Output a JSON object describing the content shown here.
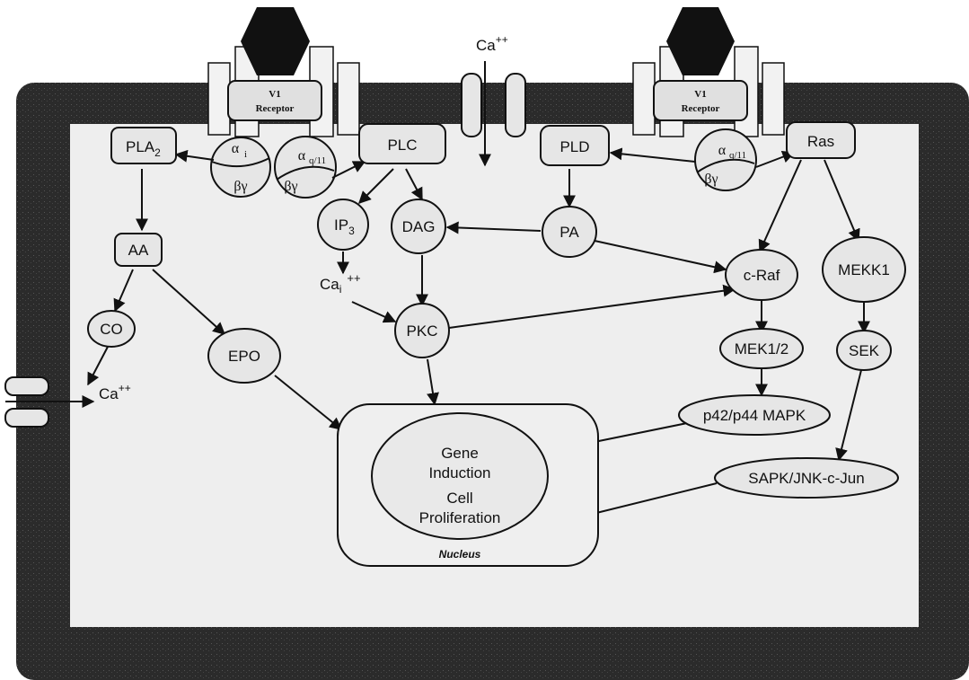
{
  "diagram": {
    "receptors": [
      {
        "id": "v1-left",
        "line1": "V1",
        "line2": "Receptor"
      },
      {
        "id": "v1-right",
        "line1": "V1",
        "line2": "Receptor"
      }
    ],
    "g_proteins": {
      "left_i_alpha": "α",
      "left_i_sub": "i",
      "beta_gamma": "βγ",
      "q11_alpha": "α",
      "q11_sub": "q/11"
    },
    "nodes": {
      "pla2": {
        "main": "PLA",
        "sub": "2"
      },
      "plc": "PLC",
      "pld": "PLD",
      "ras": "Ras",
      "aa": "AA",
      "ip3": {
        "main": "IP",
        "sub": "3"
      },
      "dag": "DAG",
      "pa": "PA",
      "cai": {
        "main": "Ca",
        "sub": "i",
        "sup": "++"
      },
      "co": "CO",
      "epo": "EPO",
      "pkc": "PKC",
      "craf": "c-Raf",
      "mekk1": "MEKK1",
      "mek12": "MEK1/2",
      "sek": "SEK",
      "mapk": "p42/p44 MAPK",
      "sapk": "SAPK/JNK-c-Jun",
      "ca_top": {
        "main": "Ca",
        "sup": "++"
      },
      "ca_left": {
        "main": "Ca",
        "sup": "++"
      }
    },
    "nucleus": {
      "line1": "Gene",
      "line2": "Induction",
      "line3": "Cell",
      "line4": "Proliferation",
      "label": "Nucleus"
    },
    "colors": {
      "membrane": "#2a2a2a",
      "cytoplasm": "#eeeeee",
      "node_fill": "#e6e6e6",
      "ligand": "#111111"
    }
  }
}
